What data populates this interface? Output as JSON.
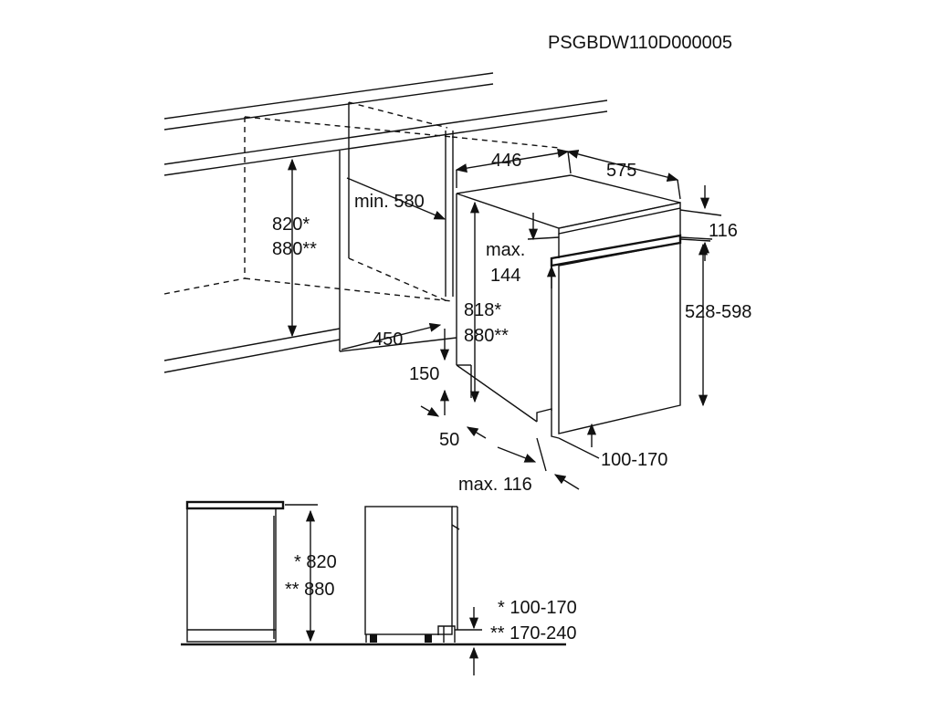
{
  "drawing_code": "PSGBDW110D000005",
  "labels": {
    "cabinet_height": [
      "820*",
      "880**"
    ],
    "min_width": "min. 580",
    "depth_450": "450",
    "width_446": "446",
    "depth_575": "575",
    "top_116": "116",
    "max_144": [
      "max.",
      "144"
    ],
    "body_height": [
      "818*",
      "880**"
    ],
    "door_height": "528-598",
    "dim_150": "150",
    "dim_50": "50",
    "plinth_gap": "100-170",
    "max_116": "max. 116",
    "side_height": [
      "* 820",
      "** 880"
    ],
    "plinth_options": [
      "* 100-170",
      "** 170-240"
    ]
  }
}
